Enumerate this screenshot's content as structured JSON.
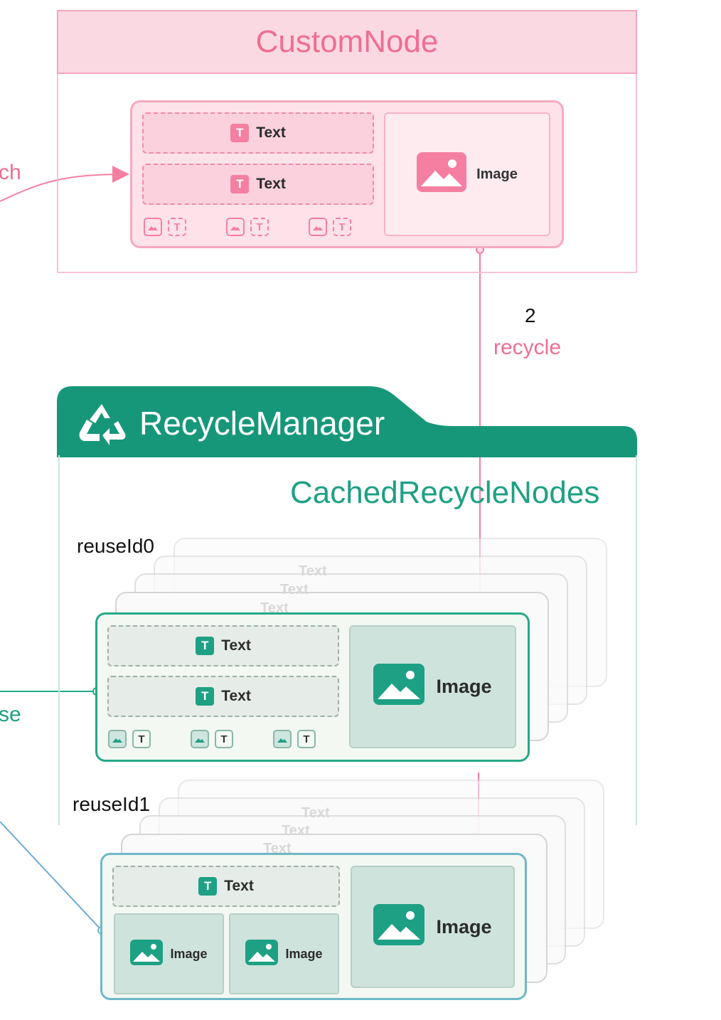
{
  "custom_node": {
    "title": "CustomNode",
    "rows": [
      {
        "label": "Text"
      },
      {
        "label": "Text"
      }
    ],
    "image_label": "Image"
  },
  "left_fragments": {
    "top": "ch",
    "middle": "se"
  },
  "step": {
    "number": "2",
    "label": "recycle"
  },
  "recycle_manager": {
    "title": "RecycleManager",
    "cache_title": "CachedRecycleNodes",
    "groups": [
      {
        "reuse_id": "reuseId0",
        "rows": [
          {
            "label": "Text"
          },
          {
            "label": "Text"
          }
        ],
        "image_label": "Image",
        "ghost_labels": [
          "Text",
          "Text",
          "Text"
        ]
      },
      {
        "reuse_id": "reuseId1",
        "rows": [
          {
            "label": "Text"
          }
        ],
        "small_images": [
          {
            "label": "Image"
          },
          {
            "label": "Image"
          }
        ],
        "image_label": "Image",
        "ghost_labels": [
          "Text",
          "Text",
          "Text"
        ]
      }
    ]
  },
  "colors": {
    "pink_accent": "#ef6e92",
    "green_accent": "#1ea084",
    "blue_accent": "#6fb7c9"
  },
  "icons": [
    "text-icon",
    "image-icon",
    "recycle-icon"
  ]
}
